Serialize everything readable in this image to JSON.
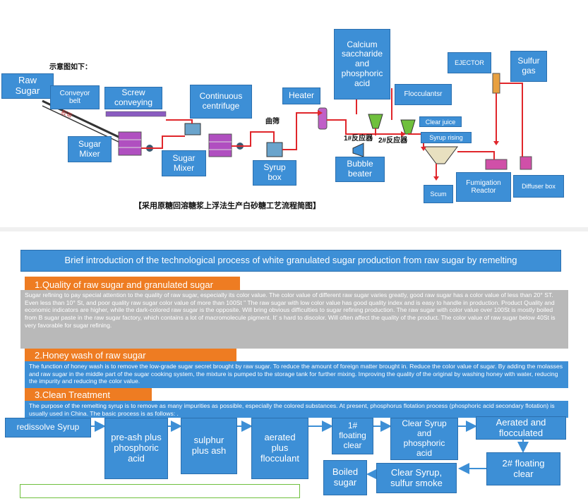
{
  "diagram": {
    "caption_label": "示意图如下：",
    "title": "【采用原糖回溶糖浆上浮法生产白砂糖工艺流程简图】",
    "equipment_labels": {
      "raw_sugar": "Raw Sugar",
      "conveyor_belt": "Conveyor belt",
      "screw_conveying": "Screw conveying",
      "sugar_mixer_1": "Sugar Mixer",
      "sugar_mixer_2": "Sugar Mixer",
      "continuous_centrifuge": "Continuous centrifuge",
      "syrup_box": "Syrup box",
      "heater": "Heater",
      "calcium": "Calcium saccharide and phosphoric acid",
      "flocculant": "Flocculantsr",
      "ejector": "EJECTOR",
      "sulfur_gas": "Sulfur gas",
      "clear_juice": "Clear juice",
      "syrup_rising": "Syrup rising",
      "bubble_beater": "Bubble beater",
      "scum": "Scum",
      "fumigation_reactor": "Fumigation Reactor",
      "diffuser_box": "Diffuser box"
    },
    "inline_cn": {
      "sieve": "曲筛",
      "reactor1": "1#反应器",
      "reactor2": "2#反应器",
      "belt_text": "胶带"
    }
  },
  "intro": {
    "heading": "Brief introduction of the technological process of white granulated sugar production from raw sugar by remelting",
    "sections": [
      {
        "title": "1.Quality of raw sugar and granulated sugar",
        "body": "Sugar refining to pay special attention to the quality of raw sugar, especially its color value. The color value of different raw sugar varies greatly, good raw sugar has a color value of less than 20° ST. Even less than 10° St, and poor quality raw sugar color value of more than 100St \"   The raw sugar with low color value has good quality index and is easy to handle in production. Product Quality and economic indicators are higher, while the dark-colored raw sugar is the opposite. Will bring obvious difficulties to sugar refining production. The raw sugar with color value over 100St is mostly boiled from B sugar paste in the raw sugar factory, which contains a lot of macromolecule pigment. It' s hard to discolor. Will often affect the quality of the product. The color value of raw sugar below 40St is very favorable for sugar refining."
      },
      {
        "title": "2.Honey wash of raw sugar",
        "body": "The function of honey wash is to remove the low-grade sugar secret brought by raw sugar. To reduce the amount of foreign matter brought in. Reduce the color value of sugar. By adding the molasses and raw sugar in the middle part of the sugar cooking system, the mixture is pumped to the storage tank for further mixing. Improving the quality of the original by washing honey with water, reducing the impurity and reducing the color value."
      },
      {
        "title": "3.Clean Treatment",
        "body": "The purpose of the remelting syrup is to remove as many impurities as possible, especially the colored substances. At present, phosphorus flotation process (phosphoric acid secondary flotation) is usually used in China. The basic process is as follows: ."
      }
    ]
  },
  "flow": {
    "redissolve": "redissolve Syrup",
    "preash": "pre-ash plus phosphoric acid",
    "sulphur": "sulphur plus ash",
    "aerated_floc": "aerated plus flocculant",
    "floating1": "1# floating clear",
    "clear_syrup_phos": "Clear Syrup and phosphoric acid",
    "aerated_flocculated": "Aerated and flocculated",
    "floating2": "2# floating clear",
    "clear_syrup_sulfur": "Clear Syrup, sulfur smoke",
    "boiled_sugar": "Boiled sugar"
  },
  "colors": {
    "box_blue": "#3d8fd6",
    "orange": "#ee7c22",
    "gray": "#b9b9b9",
    "pipe_red": "#e0262b",
    "machine_purple": "#b04fc0"
  }
}
